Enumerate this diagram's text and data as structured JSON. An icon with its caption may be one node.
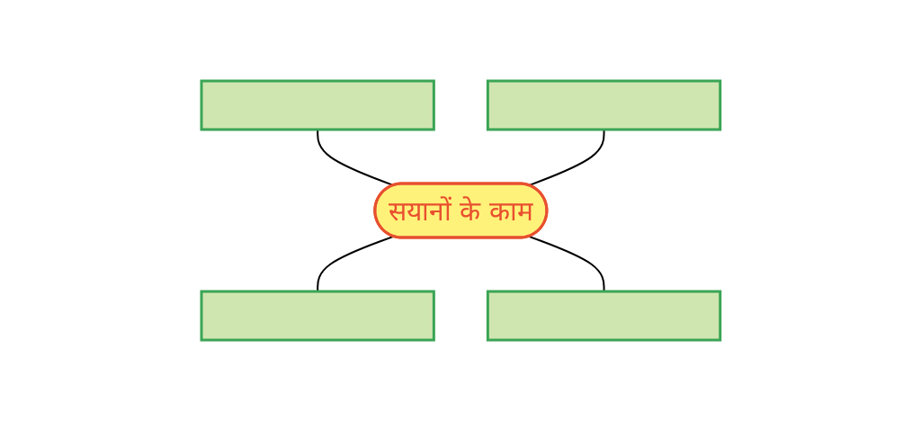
{
  "diagram": {
    "nodes": [
      {
        "text": [],
        "shape": "box"
      },
      {
        "text": [],
        "shape": "box"
      },
      {
        "text": [
          "सयानों के काम"
        ]
      },
      {
        "text": [],
        "shape": "box"
      },
      {
        "text": [],
        "shape": "box"
      }
    ],
    "edges": [
      {
        "from": 0,
        "to": 2,
        "arrow": "none"
      },
      {
        "from": 1,
        "to": 2,
        "arrow": "none"
      },
      {
        "from": 2,
        "to": 3,
        "arrow": "none"
      },
      {
        "from": 2,
        "to": 4,
        "arrow": "none"
      }
    ]
  }
}
